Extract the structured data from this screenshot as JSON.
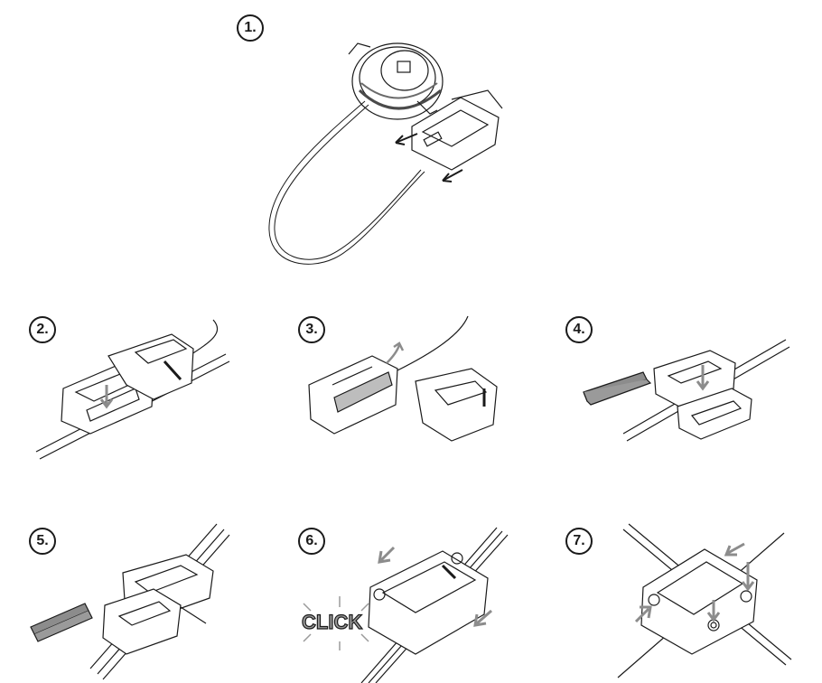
{
  "steps": [
    {
      "number": "1."
    },
    {
      "number": "2."
    },
    {
      "number": "3."
    },
    {
      "number": "4."
    },
    {
      "number": "5."
    },
    {
      "number": "6.",
      "callout": "CLICK"
    },
    {
      "number": "7."
    }
  ],
  "colors": {
    "line": "#1a1a1a",
    "arrow_gray": "#8c8c8c",
    "shade": "#bdbdbd"
  }
}
